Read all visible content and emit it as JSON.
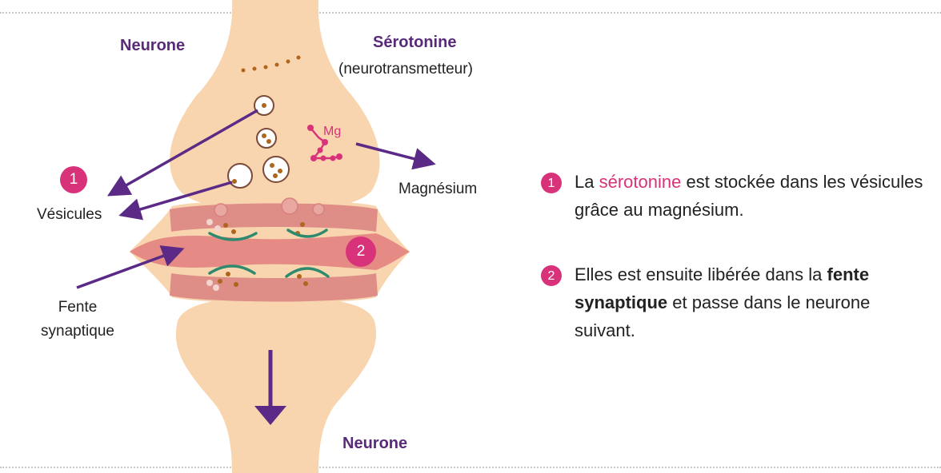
{
  "labels": {
    "neurone_top": "Neurone",
    "serotonine_title": "Sérotonine",
    "serotonine_sub": "(neurotransmetteur)",
    "mg": "Mg",
    "magnesium": "Magnésium",
    "vesicules": "Vésicules",
    "fente_line1": "Fente",
    "fente_line2": "synaptique",
    "neurone_bottom": "Neurone"
  },
  "markers": [
    "1",
    "2"
  ],
  "explanations": [
    {
      "number": "1",
      "before": "La ",
      "highlight": "sérotonine",
      "after": " est stockée dans les vésicules grâce au magnésium."
    },
    {
      "number": "2",
      "before": "Elles est ensuite libérée dans la ",
      "highlight": "fente synaptique",
      "after": " et passe dans le neurone suivant."
    }
  ],
  "colors": {
    "neuron_fill": "#f8d5ae",
    "membrane": "#d98080",
    "cleft": "#e58a85",
    "arrow": "#5b2a86",
    "accent_pink": "#d8327a",
    "label_purple": "#5a2a7a",
    "receptor_green": "#2e8a6e",
    "dot_brown": "#b0651e"
  }
}
